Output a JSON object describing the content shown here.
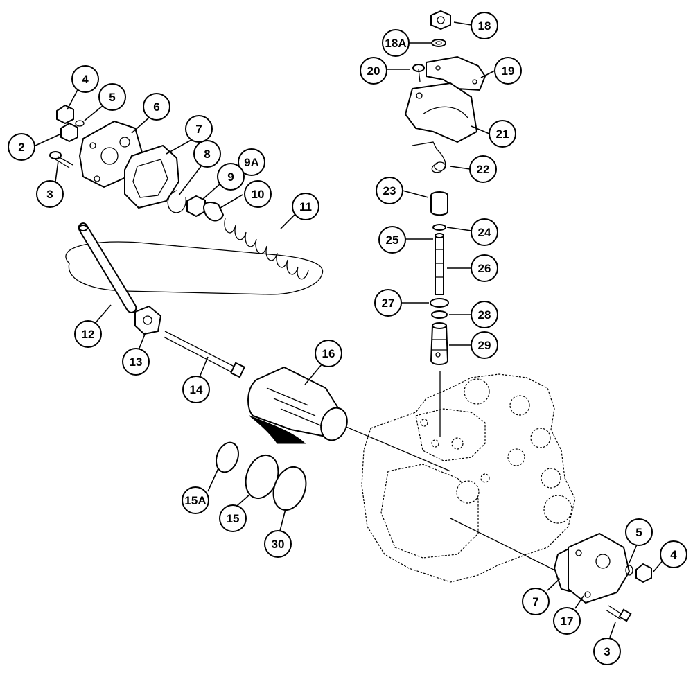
{
  "diagram": {
    "callouts": [
      {
        "id": "c-18",
        "label": "18"
      },
      {
        "id": "c-18a",
        "label": "18A"
      },
      {
        "id": "c-20",
        "label": "20"
      },
      {
        "id": "c-19",
        "label": "19"
      },
      {
        "id": "c-21",
        "label": "21"
      },
      {
        "id": "c-22",
        "label": "22"
      },
      {
        "id": "c-23",
        "label": "23"
      },
      {
        "id": "c-24",
        "label": "24"
      },
      {
        "id": "c-25",
        "label": "25"
      },
      {
        "id": "c-26",
        "label": "26"
      },
      {
        "id": "c-27",
        "label": "27"
      },
      {
        "id": "c-28",
        "label": "28"
      },
      {
        "id": "c-29",
        "label": "29"
      },
      {
        "id": "c-4-top",
        "label": "4"
      },
      {
        "id": "c-5-top",
        "label": "5"
      },
      {
        "id": "c-6",
        "label": "6"
      },
      {
        "id": "c-7-top",
        "label": "7"
      },
      {
        "id": "c-2",
        "label": "2"
      },
      {
        "id": "c-3-top",
        "label": "3"
      },
      {
        "id": "c-8",
        "label": "8"
      },
      {
        "id": "c-9a",
        "label": "9A"
      },
      {
        "id": "c-9",
        "label": "9"
      },
      {
        "id": "c-10",
        "label": "10"
      },
      {
        "id": "c-11",
        "label": "11"
      },
      {
        "id": "c-12",
        "label": "12"
      },
      {
        "id": "c-13",
        "label": "13"
      },
      {
        "id": "c-14",
        "label": "14"
      },
      {
        "id": "c-16",
        "label": "16"
      },
      {
        "id": "c-15a",
        "label": "15A"
      },
      {
        "id": "c-15",
        "label": "15"
      },
      {
        "id": "c-30",
        "label": "30"
      },
      {
        "id": "c-5-bot",
        "label": "5"
      },
      {
        "id": "c-4-bot",
        "label": "4"
      },
      {
        "id": "c-7-bot",
        "label": "7"
      },
      {
        "id": "c-17",
        "label": "17"
      },
      {
        "id": "c-3-bot",
        "label": "3"
      }
    ]
  }
}
